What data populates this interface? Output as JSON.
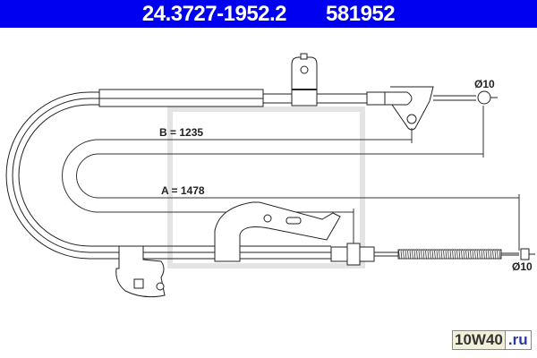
{
  "header": {
    "part_number": "24.3727-1952.2",
    "ref_number": "581952",
    "background_color": "#0000f0"
  },
  "dimensions": {
    "b_label": "B = 1235",
    "a_label": "A = 1478",
    "diameter_top": "Ø10",
    "diameter_bottom": "Ø10"
  },
  "watermark": {
    "logo_main": "10W40",
    "logo_suffix": ".ru"
  }
}
